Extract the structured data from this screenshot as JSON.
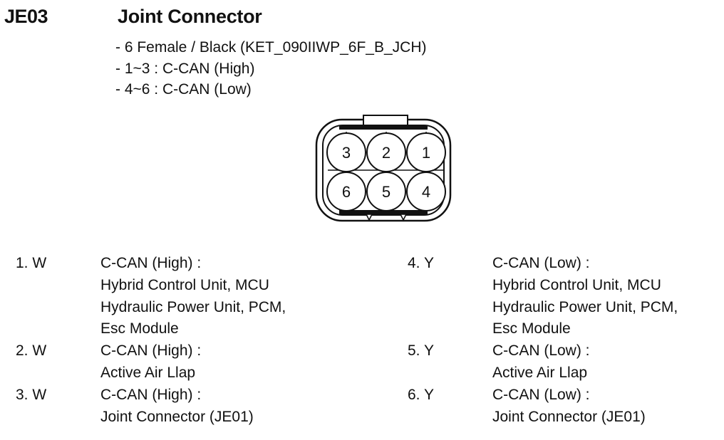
{
  "header": {
    "code": "JE03",
    "title": "Joint Connector"
  },
  "specs": [
    "- 6 Female / Black (KET_090IIWP_6F_B_JCH)",
    "- 1~3 : C-CAN (High)",
    "- 4~6 : C-CAN (Low)"
  ],
  "connector": {
    "top_row": [
      "3",
      "2",
      "1"
    ],
    "bottom_row": [
      "6",
      "5",
      "4"
    ]
  },
  "pins_left": [
    {
      "num": "1. W",
      "lines": [
        "C-CAN (High) :",
        "Hybrid Control Unit, MCU",
        "Hydraulic Power Unit, PCM,",
        "Esc Module"
      ]
    },
    {
      "num": "2. W",
      "lines": [
        "C-CAN (High) :",
        "Active Air Llap"
      ]
    },
    {
      "num": "3. W",
      "lines": [
        "C-CAN (High) :",
        "Joint Connector (JE01)"
      ]
    }
  ],
  "pins_right": [
    {
      "num": "4. Y",
      "lines": [
        "C-CAN (Low) :",
        "Hybrid Control Unit, MCU",
        "Hydraulic Power Unit, PCM,",
        "Esc Module"
      ]
    },
    {
      "num": "5. Y",
      "lines": [
        "C-CAN (Low) :",
        "Active Air Llap"
      ]
    },
    {
      "num": "6. Y",
      "lines": [
        "C-CAN (Low) :",
        "Joint Connector (JE01)"
      ]
    }
  ]
}
